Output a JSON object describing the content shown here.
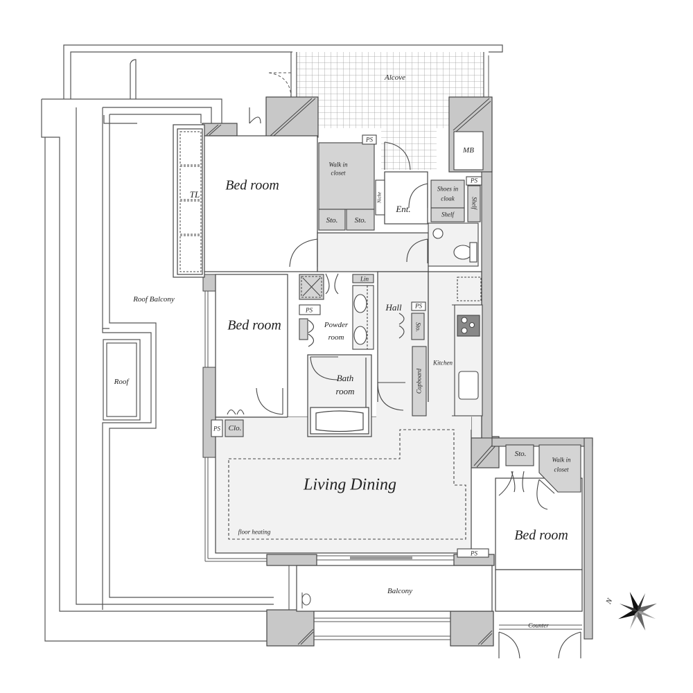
{
  "floor_plan": {
    "type": "apartment floor plan",
    "rooms": [
      {
        "id": "alcove",
        "label": "Alcove"
      },
      {
        "id": "bedroom-1",
        "label": "Bed room"
      },
      {
        "id": "bedroom-2",
        "label": "Bed room"
      },
      {
        "id": "bedroom-3",
        "label": "Bed room"
      },
      {
        "id": "walk-in-closet-1",
        "label": "Walk in closet"
      },
      {
        "id": "walk-in-closet-2",
        "label": "Walk in closet"
      },
      {
        "id": "entrance",
        "label": "Ent."
      },
      {
        "id": "hall",
        "label": "Hall"
      },
      {
        "id": "kitchen",
        "label": "Kitchen"
      },
      {
        "id": "powder-room",
        "label": "Powder room"
      },
      {
        "id": "bath-room",
        "label": "Bath room"
      },
      {
        "id": "living-dining",
        "label": "Living Dining"
      },
      {
        "id": "balcony",
        "label": "Balcony"
      },
      {
        "id": "roof-balcony",
        "label": "Roof Balcony"
      },
      {
        "id": "roof",
        "label": "Roof"
      }
    ],
    "labels": {
      "alcove": "Alcove",
      "bedroom_1": "Bed room",
      "tl": "TL",
      "walk_in_1_a": "Walk in",
      "walk_in_1_b": "closet",
      "ps_top": "PS",
      "sto_1": "Sto.",
      "sto_2": "Sto.",
      "niche": "Niche",
      "ent": "Ent.",
      "mb": "MB",
      "ps_mb": "PS",
      "shoes_a": "Shoes in",
      "shoes_b": "cloak",
      "shelf_h": "Shelf",
      "shelf_v": "Shelf",
      "roof_balcony": "Roof Balcony",
      "roof": "Roof",
      "bedroom_2": "Bed room",
      "lin": "Lin",
      "ps_powder": "PS",
      "powder_a": "Powder",
      "powder_b": "room",
      "hall": "Hall",
      "ps_hall": "PS",
      "sto_hall": "Sto.",
      "kitchen": "Kitchen",
      "cupboard": "Cupboard",
      "bath_a": "Bath",
      "bath_b": "room",
      "ps_clo": "PS",
      "clo": "Clo.",
      "living_dining": "Living Dining",
      "floor_heating": "floor heating",
      "ps_living": "PS",
      "balcony": "Balcony",
      "sto_br3": "Sto.",
      "walk_in_2_a": "Walk in",
      "walk_in_2_b": "closet",
      "bedroom_3": "Bed room",
      "counter": "Counter"
    },
    "compass": {
      "north_label": "N"
    },
    "colors": {
      "wall_fill": "#c8c8c8",
      "storage_fill": "#d4d4d4",
      "floor_fill": "#f2f2f2",
      "line": "#444444",
      "background": "#ffffff"
    }
  }
}
